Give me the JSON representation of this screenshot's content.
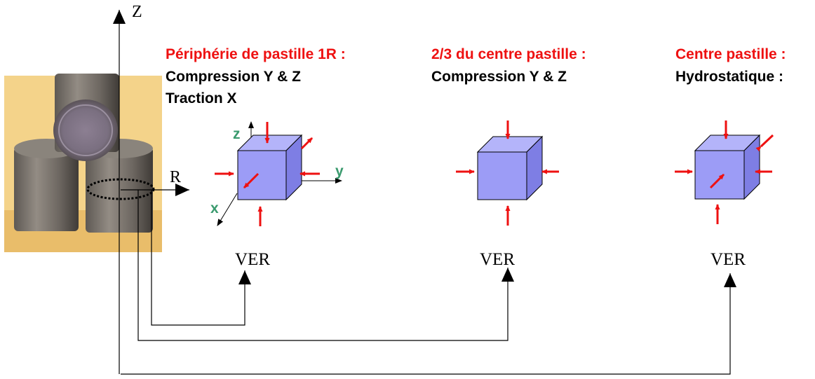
{
  "axes": {
    "vertical": "Z",
    "radial": "R"
  },
  "panels": [
    {
      "title": "Périphérie de pastille 1R :",
      "lines": [
        "Compression Y & Z",
        "Traction X"
      ],
      "label": "VER"
    },
    {
      "title": "2/3 du centre pastille :",
      "lines": [
        "Compression Y & Z"
      ],
      "label": "VER"
    },
    {
      "title": "Centre pastille :",
      "lines": [
        "Hydrostatique :"
      ],
      "label": "VER"
    }
  ],
  "cube_axes": {
    "z": "z",
    "y": "y",
    "x": "x"
  },
  "colors": {
    "title": "#ee1111",
    "arrow": "#ee1111",
    "cube_front": "#9c9cf6",
    "cube_top": "#b4b4fa",
    "cube_side": "#7e7ee4",
    "axis_label": "#3a9a6e"
  },
  "image": {
    "description": "pellets-photo"
  }
}
